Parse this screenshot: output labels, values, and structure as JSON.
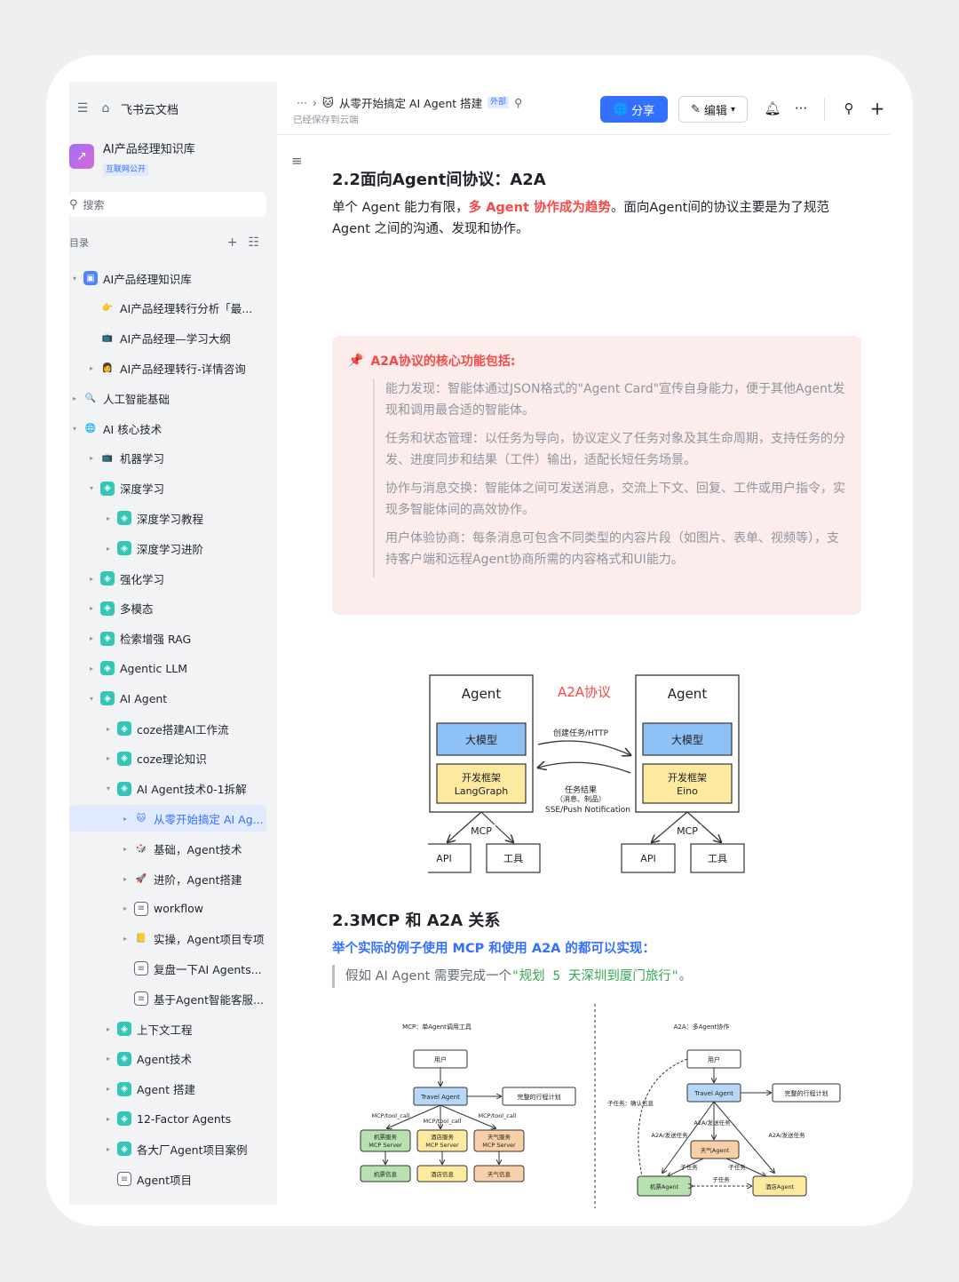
{
  "sidebar": {
    "app_name": "飞书云文档",
    "workspace": {
      "name": "AI产品经理知识库",
      "badge": "互联网公开"
    },
    "search_placeholder": "搜索",
    "toc_label": "目录",
    "items": [
      {
        "label": "AI产品经理知识库",
        "level": 0,
        "arrow": "▾",
        "icon": "book"
      },
      {
        "label": "AI产品经理转行分析「最...",
        "level": 1,
        "arrow": "",
        "icon": "👉"
      },
      {
        "label": "AI产品经理—学习大纲",
        "level": 1,
        "arrow": "",
        "icon": "📺"
      },
      {
        "label": "AI产品经理转行-详情咨询",
        "level": 1,
        "arrow": "▸",
        "icon": "👩"
      },
      {
        "label": "人工智能基础",
        "level": 0,
        "arrow": "▸",
        "icon": "🔍"
      },
      {
        "label": "AI 核心技术",
        "level": 0,
        "arrow": "▾",
        "icon": "🌐"
      },
      {
        "label": "机器学习",
        "level": 1,
        "arrow": "▸",
        "icon": "📺"
      },
      {
        "label": "深度学习",
        "level": 1,
        "arrow": "▾",
        "icon": "teal"
      },
      {
        "label": "深度学习教程",
        "level": 2,
        "arrow": "▸",
        "icon": "teal"
      },
      {
        "label": "深度学习进阶",
        "level": 2,
        "arrow": "▸",
        "icon": "teal"
      },
      {
        "label": "强化学习",
        "level": 1,
        "arrow": "▸",
        "icon": "teal"
      },
      {
        "label": "多模态",
        "level": 1,
        "arrow": "▸",
        "icon": "teal"
      },
      {
        "label": "检索增强 RAG",
        "level": 1,
        "arrow": "▸",
        "icon": "teal"
      },
      {
        "label": "Agentic LLM",
        "level": 1,
        "arrow": "▸",
        "icon": "teal"
      },
      {
        "label": "AI Agent",
        "level": 1,
        "arrow": "▾",
        "icon": "teal"
      },
      {
        "label": "coze搭建AI工作流",
        "level": 2,
        "arrow": "▸",
        "icon": "teal"
      },
      {
        "label": "coze理论知识",
        "level": 2,
        "arrow": "▸",
        "icon": "teal"
      },
      {
        "label": "AI Agent技术0-1拆解",
        "level": 2,
        "arrow": "▾",
        "icon": "teal"
      },
      {
        "label": "从零开始搞定 AI Ag...",
        "level": 3,
        "arrow": "▸",
        "icon": "🐱",
        "active": true
      },
      {
        "label": "基础，Agent技术",
        "level": 3,
        "arrow": "▸",
        "icon": "🎲"
      },
      {
        "label": "进阶，Agent搭建",
        "level": 3,
        "arrow": "▸",
        "icon": "🚀"
      },
      {
        "label": "workflow",
        "level": 3,
        "arrow": "▸",
        "icon": "doc"
      },
      {
        "label": "实操，Agent项目专项",
        "level": 3,
        "arrow": "▸",
        "icon": "📒"
      },
      {
        "label": "复盘一下AI Agents...",
        "level": 3,
        "arrow": "",
        "icon": "doc"
      },
      {
        "label": "基于Agent智能客服...",
        "level": 3,
        "arrow": "",
        "icon": "doc"
      },
      {
        "label": "上下文工程",
        "level": 2,
        "arrow": "▸",
        "icon": "teal"
      },
      {
        "label": "Agent技术",
        "level": 2,
        "arrow": "▸",
        "icon": "teal"
      },
      {
        "label": "Agent 搭建",
        "level": 2,
        "arrow": "▸",
        "icon": "teal"
      },
      {
        "label": "12-Factor Agents",
        "level": 2,
        "arrow": "▸",
        "icon": "teal"
      },
      {
        "label": "各大厂Agent项目案例",
        "level": 2,
        "arrow": "▸",
        "icon": "teal"
      },
      {
        "label": "Agent项目",
        "level": 2,
        "arrow": "",
        "icon": "doc"
      }
    ]
  },
  "header": {
    "breadcrumb_more": "···",
    "breadcrumb_sep": "›",
    "doc_title": "从零开始搞定 AI Agent 搭建",
    "external_badge": "外部",
    "saved_status": "已经保存到云端",
    "share_label": "分享",
    "edit_label": "编辑"
  },
  "content": {
    "section1_title": "2.2面向Agent间协议：A2A",
    "para1_a": "单个 Agent 能力有限，",
    "para1_red": "多 Agent 协作成为趋势",
    "para1_b": "。面向Agent间的协议主要是为了规范 Agent 之间的沟通、发现和协作。",
    "callout_title": "A2A协议的核心功能包括:",
    "callout_items": [
      "能力发现：智能体通过JSON格式的\"Agent Card\"宣传自身能力，便于其他Agent发现和调用最合适的智能体。",
      "任务和状态管理：以任务为导向，协议定义了任务对象及其生命周期，支持任务的分发、进度同步和结果（工件）输出，适配长短任务场景。",
      "协作与消息交换：智能体之间可发送消息，交流上下文、回复、工件或用户指令，实现多智能体间的高效协作。",
      "用户体验协商：每条消息可包含不同类型的内容片段（如图片、表单、视频等），支持客户端和远程Agent协商所需的内容格式和UI能力。"
    ],
    "section2_title": "2.3MCP 和 A2A 关系",
    "blue_heading": "举个实际的例子使用 MCP 和使用 A2A 的都可以实现：",
    "quote_a": "假如 AI Agent 需要完成一个",
    "quote_hl": "\"规划 5 天深圳到厦门旅行\"",
    "quote_b": "。"
  },
  "diagram1": {
    "title": "A2A协议",
    "left_agent": "Agent",
    "right_agent": "Agent",
    "llm": "大模型",
    "left_framework": [
      "开发框架",
      "LangGraph"
    ],
    "right_framework": [
      "开发框架",
      "Eino"
    ],
    "create_task": "创建任务/HTTP",
    "task_result": [
      "任务结果",
      "（消息、制品）",
      "SSE/Push Notification"
    ],
    "mcp": "MCP",
    "api": "API",
    "tool": "工具"
  },
  "diagram2": {
    "left_title": "MCP：单Agent调用工具",
    "right_title": "A2A：多Agent协作",
    "user": "用户",
    "travel_agent": "Travel Agent",
    "full_plan": "完整的行程计划",
    "mcp_call": "MCP/tool_call",
    "servers": [
      [
        "机票服务",
        "MCP Server"
      ],
      [
        "酒店服务",
        "MCP Server"
      ],
      [
        "天气服务",
        "MCP Server"
      ]
    ],
    "infos": [
      "机票信息",
      "酒店信息",
      "天气信息"
    ],
    "subtask_confirm": "子任务：确认信息",
    "a2a_send": "A2A/发送任务",
    "weather_agent": "天气Agent",
    "flight_agent": "机票Agent",
    "hotel_agent": "酒店Agent",
    "subtask": "子任务"
  },
  "colors": {
    "accent": "#3370ff",
    "red": "#f54a45",
    "callout_bg": "#fdecec",
    "teal": "#34c6b7"
  }
}
